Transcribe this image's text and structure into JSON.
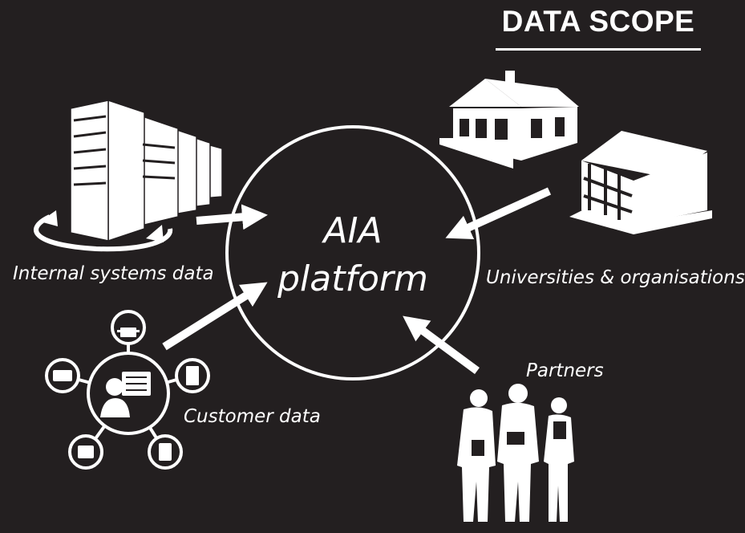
{
  "title": "DATA SCOPE",
  "center": {
    "line1": "AIA",
    "line2": "platform"
  },
  "sources": [
    {
      "id": "internal",
      "label": "Internal systems data",
      "icon": "server-rack-icon"
    },
    {
      "id": "universities",
      "label": "Universities & organisations",
      "icon": "buildings-icon"
    },
    {
      "id": "customer",
      "label": "Customer data",
      "icon": "customer-network-icon"
    },
    {
      "id": "partners",
      "label": "Partners",
      "icon": "business-people-icon"
    }
  ],
  "colors": {
    "background": "#231f20",
    "foreground": "#ffffff"
  }
}
